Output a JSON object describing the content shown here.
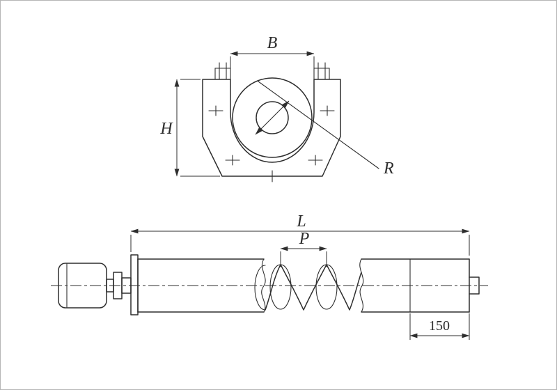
{
  "theme": {
    "stroke": "#2e2e2e",
    "background": "#ffffff",
    "border": "#b5b5b5"
  },
  "drawing": {
    "type": "technical-drawing",
    "subject": "Screw conveyor: trough cross-section and side elevation with drive motor",
    "cross_section": {
      "labels": {
        "width": "B",
        "height": "H",
        "radius": "R"
      }
    },
    "side_view": {
      "labels": {
        "overall_length": "L",
        "pitch": "P",
        "end_segment": "150"
      }
    }
  }
}
